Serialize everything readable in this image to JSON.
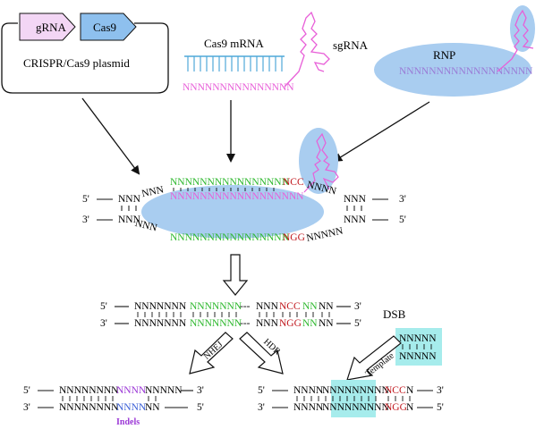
{
  "plasmid": {
    "gene1": "gRNA",
    "gene2": "Cas9",
    "label": "CRISPR/Cas9 plasmid"
  },
  "mrna": {
    "label": "Cas9 mRNA",
    "sgrna_label": "sgRNA",
    "n_strand": "NNNNNNNNNNNNNNN"
  },
  "rnp": {
    "label": "RNP",
    "n_strand": "NNNNNNNNNNNNNNNNNN"
  },
  "complex": {
    "top_5": "5'",
    "bot_3": "3'",
    "top_3": "3'",
    "bot_5": "5'",
    "top_black_left": "NNN",
    "top_black_mid": "NNN",
    "top_green": "NNNNNNNNNNNNNNNN",
    "top_red": "NCC",
    "top_right": "NNNN",
    "top_right_end": "NNN",
    "guide_pink": "NNNNNNNNNNNNNNNNNN",
    "bot_black_left": "NNN",
    "bot_black_mid": "NNN",
    "bot_green": "NNNNNNNNNNNNNNNN",
    "bot_red": "NGG",
    "bot_right": "NNNNN",
    "bot_right_end": "NNN"
  },
  "dsb": {
    "label": "DSB",
    "top_5": "5'",
    "top_3": "3'",
    "bot_3": "3'",
    "bot_5": "5'",
    "top_black1": "NNNNNNN",
    "top_green1": "NNNNNNN",
    "top_gap": "---",
    "top_black2": "NNN",
    "top_red": "NCC",
    "top_green2": "NN",
    "top_black3": "NN",
    "bot_black1": "NNNNNNN",
    "bot_green1": "NNNNNNN",
    "bot_gap": "---",
    "bot_black2": "NNN",
    "bot_red": "NGG",
    "bot_green2": "NN",
    "bot_black3": "NN"
  },
  "nhej": {
    "label": "NHEJ",
    "top_5": "5'",
    "top_3": "3'",
    "bot_3": "3'",
    "bot_5": "5'",
    "top_left": "NNNNNNNN",
    "top_indel": "NNNN",
    "top_right": "NNNNN",
    "bot_left": "NNNNNNNN",
    "bot_indel": "NNNN",
    "bot_right": "NN",
    "indels": "Indels"
  },
  "hdr": {
    "label": "HDR",
    "template_label": "Template",
    "template_top": "NNNNN",
    "template_bot": "NNNNN",
    "top_5": "5'",
    "top_3": "3'",
    "bot_3": "3'",
    "bot_5": "5'",
    "top_left": "NNNN",
    "top_box": "NNNNNNNNN",
    "top_red": "NCC",
    "top_right": "N",
    "bot_left": "NNNN",
    "bot_box": "NNNNNNNNN",
    "bot_red": "NGG",
    "bot_right": "N"
  },
  "colors": {
    "green": "#2db82d",
    "red": "#c0161c",
    "pink": "#e85fd8",
    "blue_fill": "#a9cdf0",
    "cyan_fill": "#a6ecec",
    "cas9_fill": "#8ec0ee",
    "grna_fill": "#f3d6f5"
  }
}
